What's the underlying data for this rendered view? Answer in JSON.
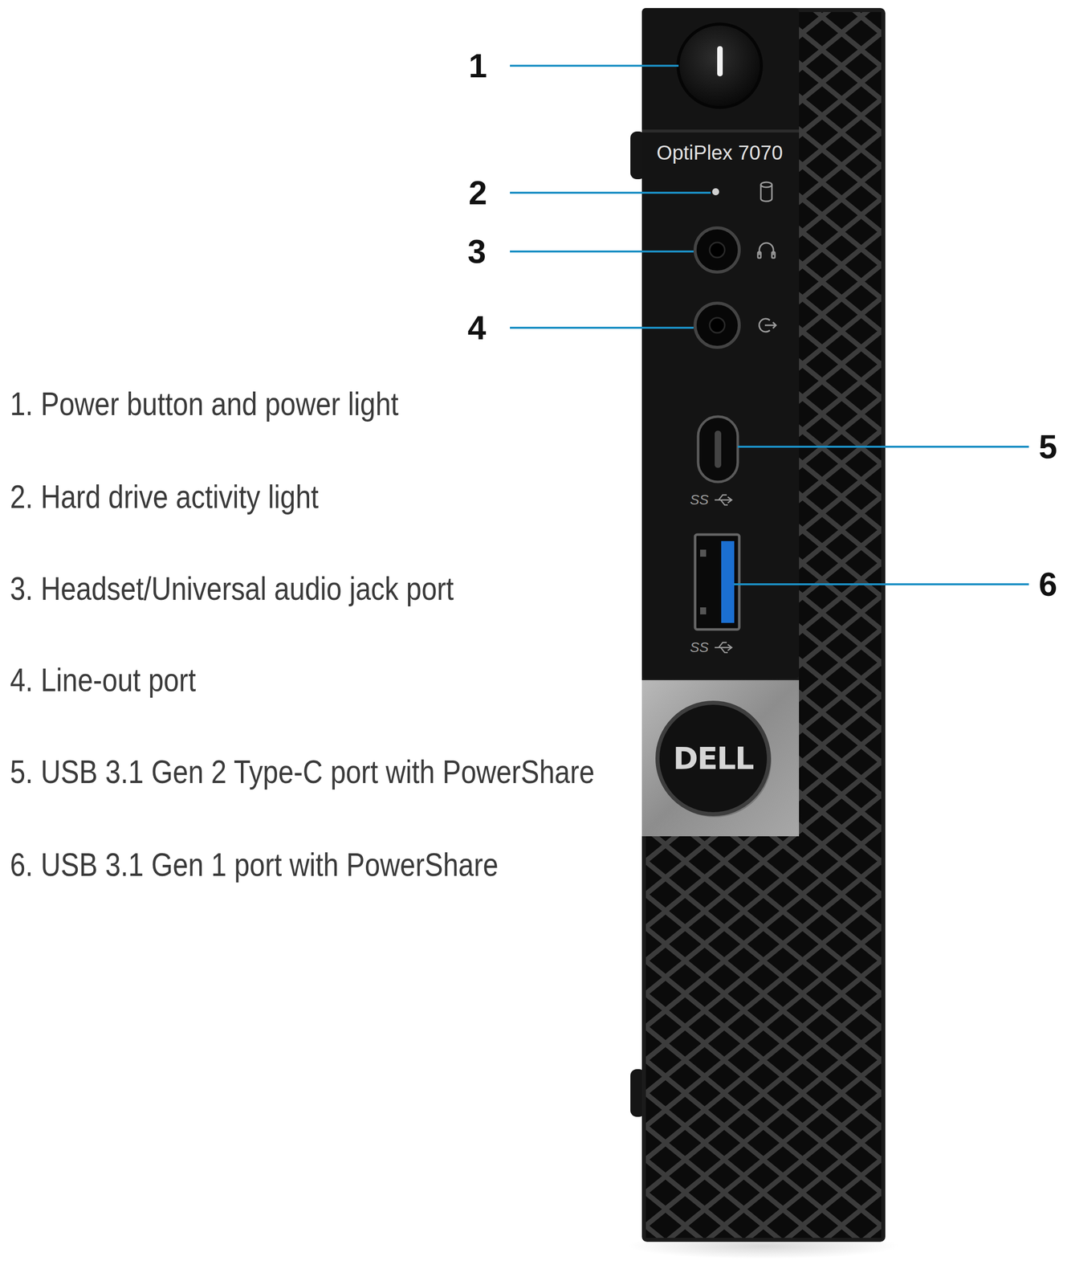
{
  "diagram": {
    "labels": [
      "1",
      "2",
      "3",
      "4",
      "5",
      "6",
      "OptiPlex 7070",
      "SS",
      "SS",
      "DELL",
      "1. Power button and power light",
      "2. Hard drive activity light",
      "3. Headset/Universal audio jack port",
      "4. Line-out port",
      "5. USB 3.1 Gen 2 Type-C port with PowerShare",
      "6. USB 3.1 Gen 1 port with PowerShare"
    ]
  }
}
